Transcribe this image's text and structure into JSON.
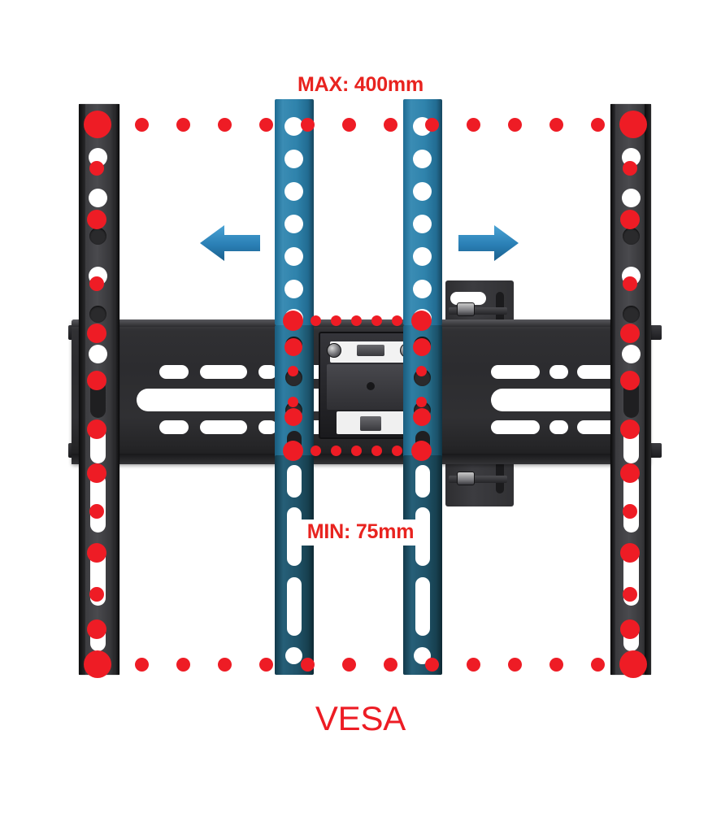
{
  "diagram": {
    "title": "VESA",
    "product": "tilting tv wall mount vesa compatibility diagram",
    "labels": {
      "max": "MAX: 400mm",
      "min": "MIN: 75mm",
      "vesa": "VESA"
    },
    "colors": {
      "label_red": "#e8231f",
      "vesa_red": "#ed1c24",
      "dot_red": "#ee1c25",
      "rail_blue": "#2f83ac",
      "rail_blue_dark": "#1f5268",
      "rail_black": "#3a3a3d",
      "background": "#ffffff",
      "arrow_blue": "#2a7fb5"
    },
    "vesa_spec": {
      "max_mm": 400,
      "min_mm": 75,
      "unit": "mm"
    },
    "arrows": [
      {
        "name": "adjust-left",
        "direction": "left"
      },
      {
        "name": "adjust-right",
        "direction": "right"
      }
    ],
    "rails": [
      {
        "name": "black-rail-left",
        "color": "#3a3a3d"
      },
      {
        "name": "blue-rail-left",
        "color": "#2f83ac"
      },
      {
        "name": "blue-rail-right",
        "color": "#2f83ac"
      },
      {
        "name": "black-rail-right",
        "color": "#3a3a3d"
      }
    ],
    "marker_rows": {
      "top_span": "max-400mm-top",
      "bottom_span": "max-400mm-bottom",
      "inner_top_span": "min-75mm-top",
      "inner_bottom_span": "min-75mm-bottom"
    }
  }
}
